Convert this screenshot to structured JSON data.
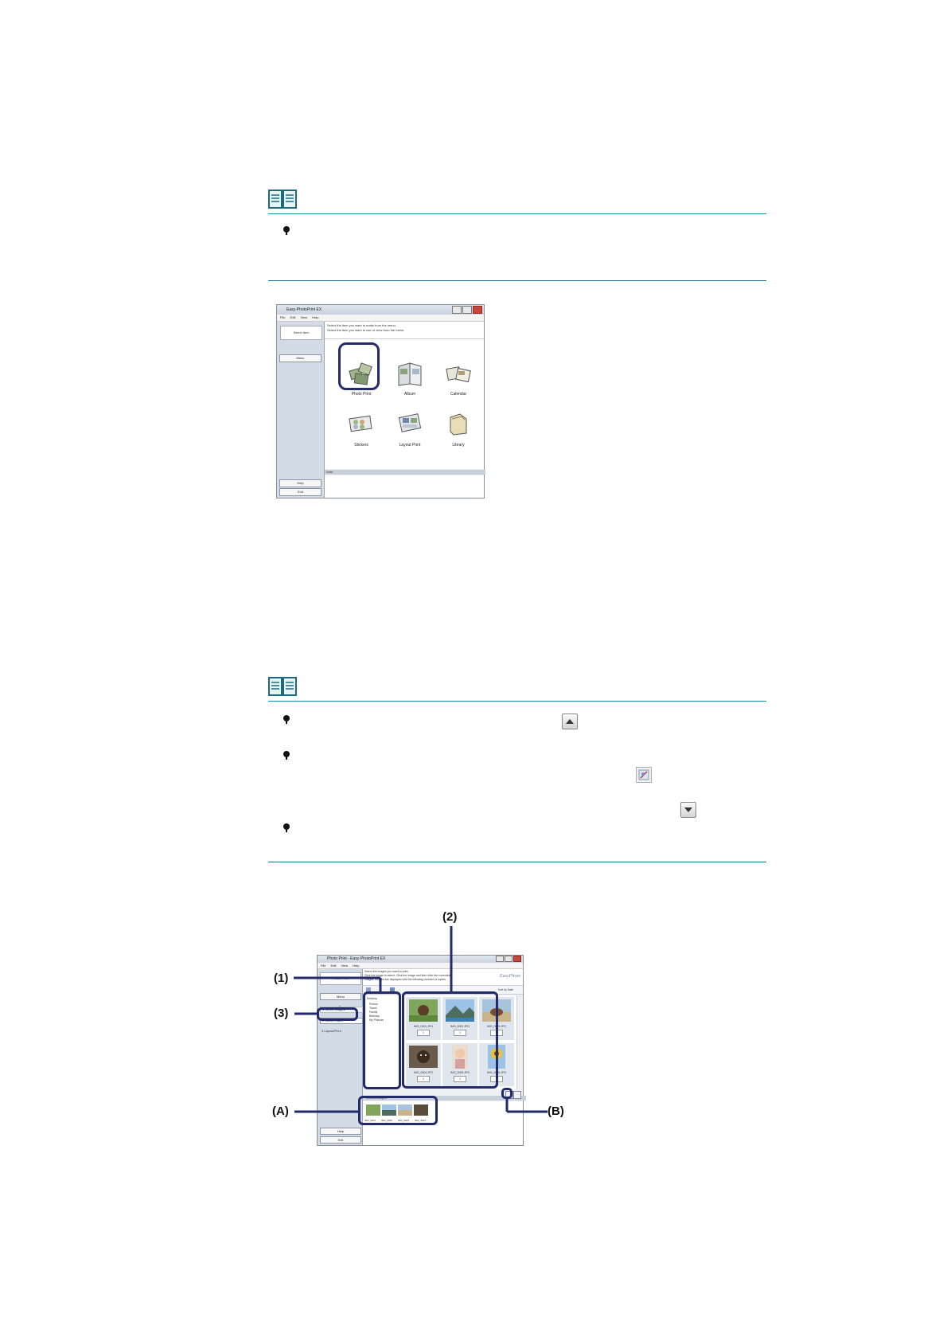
{
  "note1": {
    "icon": "book-note-icon"
  },
  "screen1": {
    "title": "Easy-PhotoPrint EX",
    "menu": "File  Edit  View  Help",
    "select_item": "Select Item",
    "menu_button": "Menu",
    "instructions": [
      "Select the item you want to make from the menu.",
      "Select the item you want to use or view from the menu."
    ],
    "items": [
      {
        "label": "Photo Print",
        "icon": "photo-print-icon"
      },
      {
        "label": "Album",
        "icon": "album-icon"
      },
      {
        "label": "Calendar",
        "icon": "calendar-icon"
      },
      {
        "label": "Stickers",
        "icon": "stickers-icon"
      },
      {
        "label": "Layout Print",
        "icon": "layout-print-icon"
      },
      {
        "label": "Library",
        "icon": "library-icon"
      }
    ],
    "bottom_bar": "Note",
    "help": "Help",
    "exit": "Exit"
  },
  "note2": {
    "icon": "book-note-icon",
    "inline_icons": [
      "scroll-up-button-icon",
      "image-correction-icon",
      "scroll-down-button-icon"
    ]
  },
  "screen2": {
    "title": "Photo Print - Easy-PhotoPrint EX",
    "menu": "File  Edit  View  Help",
    "photo_print_label": "Photo Print",
    "menu_button": "Menu",
    "steps": [
      "1  Select Images",
      "2  Select Paper",
      "3  Layout/Print"
    ],
    "header_text": [
      "Select the images you want to print.",
      "Click the image to select. Click the image and then click the corrected",
      "images. Images are displayed with the following number of copies."
    ],
    "logo_text": "EasyPhoto",
    "folders": [
      "Desktop",
      "Photos",
      "Travel",
      "Family",
      "Birthday",
      "My Pictures"
    ],
    "sort_label": "Sort by Date",
    "thumbnails": [
      {
        "caption": "IMG_0001.JPG",
        "copies": "1"
      },
      {
        "caption": "IMG_0002.JPG",
        "copies": "1"
      },
      {
        "caption": "IMG_0003.JPG",
        "copies": "1"
      },
      {
        "caption": "IMG_0004.JPG",
        "copies": "1"
      },
      {
        "caption": "IMG_0005.JPG",
        "copies": "1"
      },
      {
        "caption": "IMG_0006.JPG",
        "copies": "1"
      }
    ],
    "selected_area_label": "Selected images",
    "selected_captions": [
      "IMG_0001",
      "IMG_0002",
      "IMG_0003",
      "IMG_0004"
    ],
    "help": "Help",
    "exit": "Exit",
    "callouts": {
      "c1": "(1)",
      "c2": "(2)",
      "c3": "(3)",
      "cA": "(A)",
      "cB": "(B)"
    }
  },
  "colors": {
    "rule": "#1a8fa3",
    "callout": "#222a6b"
  }
}
